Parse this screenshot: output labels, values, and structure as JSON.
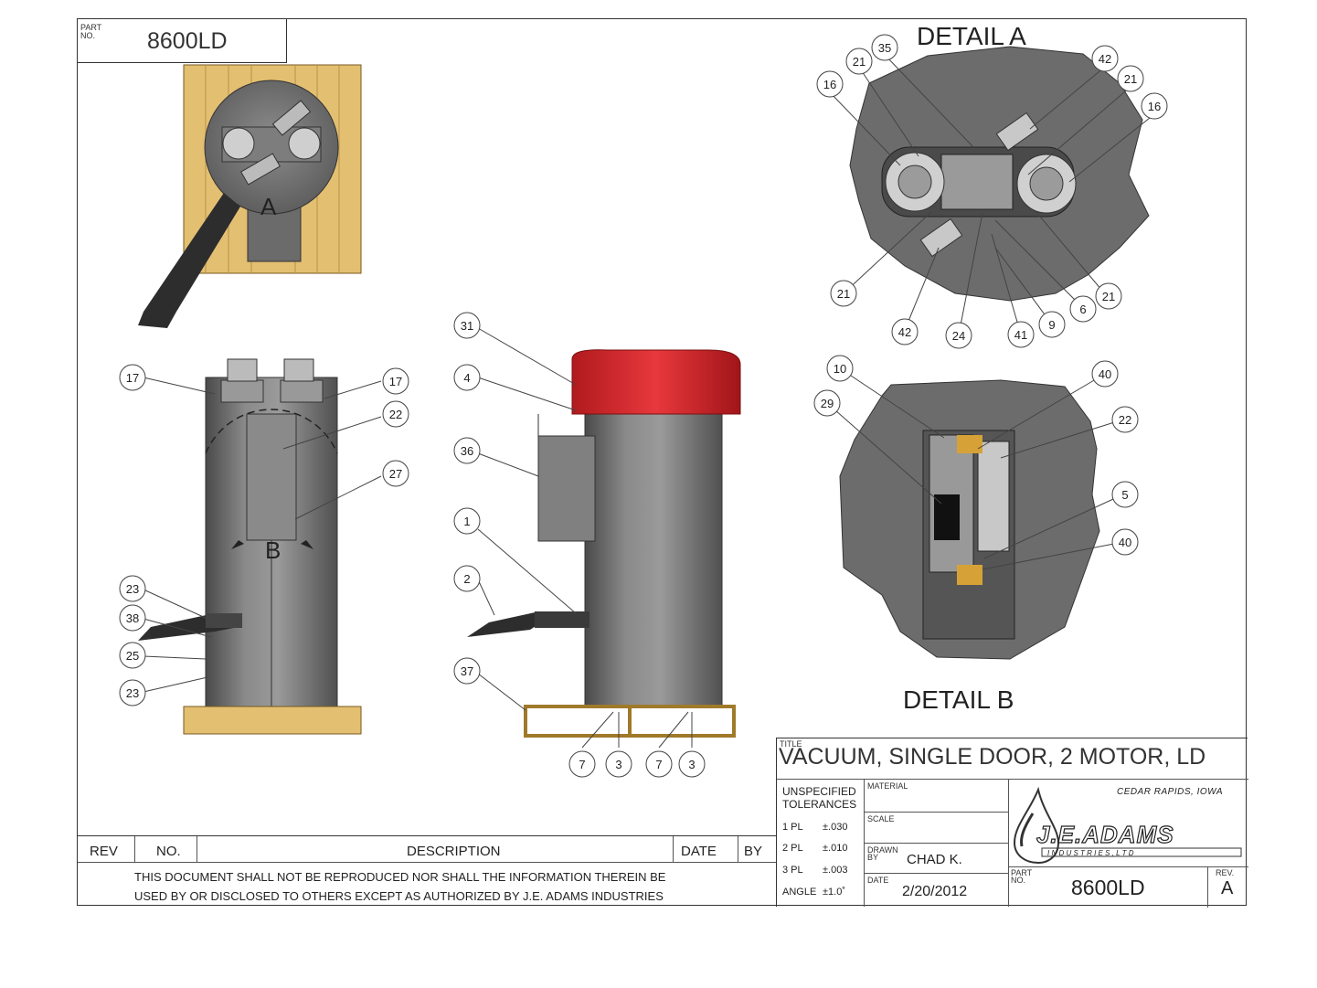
{
  "part_box": {
    "label": "PART\nNO.",
    "value": "8600LD"
  },
  "views": {
    "top_view_letter": "A",
    "front_view_letter": "B",
    "detail_a_title": "DETAIL  A",
    "detail_b_title": "DETAIL  B"
  },
  "callouts": {
    "left": [
      "17",
      "17",
      "22",
      "27",
      "23",
      "38",
      "25",
      "23"
    ],
    "middle": [
      "31",
      "4",
      "36",
      "1",
      "2",
      "37",
      "7",
      "3",
      "7",
      "3"
    ],
    "detail_a": [
      "16",
      "21",
      "35",
      "42",
      "21",
      "16",
      "21",
      "42",
      "24",
      "41",
      "9",
      "6",
      "21"
    ],
    "detail_b": [
      "10",
      "29",
      "40",
      "22",
      "5",
      "40"
    ]
  },
  "revision_table": {
    "headers": [
      "REV",
      "NO.",
      "DESCRIPTION",
      "DATE",
      "BY"
    ],
    "notice_line1": "THIS DOCUMENT SHALL NOT BE REPRODUCED NOR SHALL THE INFORMATION THEREIN BE",
    "notice_line2": "USED BY OR DISCLOSED TO OTHERS EXCEPT AS AUTHORIZED BY J.E. ADAMS INDUSTRIES"
  },
  "title_block": {
    "title_label": "TITLE",
    "title": "VACUUM, SINGLE DOOR, 2 MOTOR, LD",
    "tolerances_label_1": "UNSPECIFIED",
    "tolerances_label_2": "TOLERANCES",
    "tolerances": [
      {
        "k": "1 PL",
        "v": "±.030"
      },
      {
        "k": "2 PL",
        "v": "±.010"
      },
      {
        "k": "3 PL",
        "v": "±.003"
      },
      {
        "k": "ANGLE",
        "v": "±1.0˚"
      }
    ],
    "material_label": "MATERIAL",
    "scale_label": "SCALE",
    "drawn_label": "DRAWN\nBY",
    "drawn_by": "CHAD K.",
    "date_label": "DATE",
    "date": "2/20/2012",
    "location": "CEDAR  RAPIDS,  IOWA",
    "logo_main": "J.E.ADAMS",
    "logo_sub": "I N D U S T R I E S , L T D",
    "part_label": "PART\nNO.",
    "part_no": "8600LD",
    "rev_label": "REV.",
    "rev": "A"
  },
  "colors": {
    "cylinder": "#6e6e6e",
    "cap": "#d8262b",
    "wood": "#e3bf72",
    "line": "#333333"
  }
}
